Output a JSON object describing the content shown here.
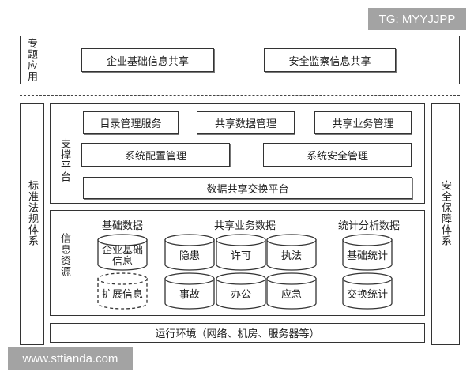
{
  "watermarks": {
    "top": "TG: MYYJJPP",
    "bottom": "www.sttianda.com"
  },
  "topic_apps": {
    "label": "专题应用",
    "items": [
      "企业基础信息共享",
      "安全监察信息共享"
    ]
  },
  "left_column": "标准法规体系",
  "right_column": "安全保障体系",
  "support_platform": {
    "label": "支撑平台",
    "row1": [
      "目录管理服务",
      "共享数据管理",
      "共享业务管理"
    ],
    "row2": [
      "系统配置管理",
      "系统安全管理"
    ],
    "row3": "数据共享交换平台"
  },
  "info_resources": {
    "label": "信息资源",
    "groups": [
      {
        "title": "基础数据",
        "items": [
          "企业基础信息",
          "扩展信息"
        ]
      },
      {
        "title": "共享业务数据",
        "items": [
          "隐患",
          "许可",
          "执法",
          "事故",
          "办公",
          "应急"
        ]
      },
      {
        "title": "统计分析数据",
        "items": [
          "基础统计",
          "交换统计"
        ]
      }
    ]
  },
  "runtime": "运行环境（网络、机房、服务器等）"
}
